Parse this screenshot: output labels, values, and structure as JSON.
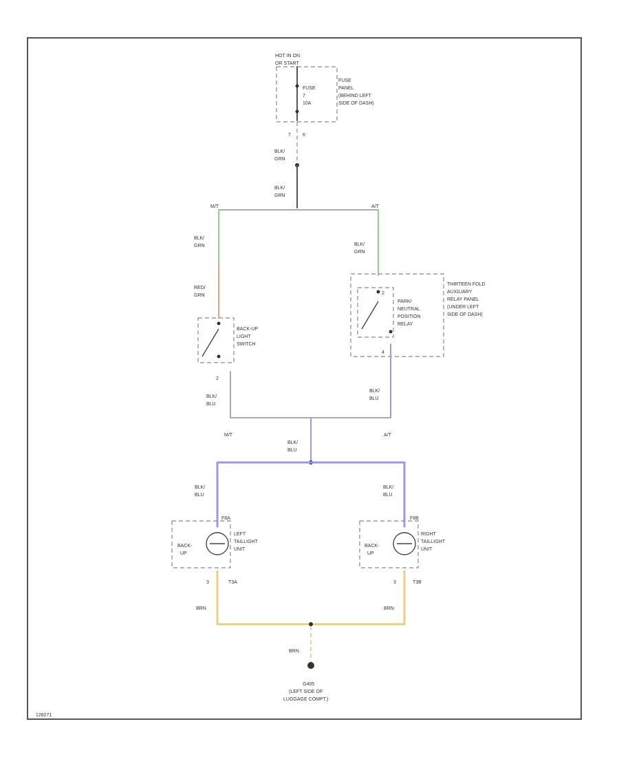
{
  "colors": {
    "wire_gray": "#aaaaaa",
    "wire_green": "#8fd18f",
    "wire_red": "#f0a080",
    "wire_blue": "#9a9ae6",
    "wire_yellow": "#e8cf7a",
    "wire_dark": "#555555"
  },
  "power": {
    "line1": "HOT IN ON",
    "line2": "OR START"
  },
  "fuse_block": {
    "label": "FUSE",
    "number": "7",
    "rating": "10A",
    "pin_a": "7",
    "pin_b": "6"
  },
  "fuse_panel": {
    "line1": "FUSE",
    "line2": "PANEL",
    "line3": "(BEHIND LEFT",
    "line4": "SIDE OF DASH)"
  },
  "wire_labels": {
    "fuse_out_1": "BLK/",
    "fuse_out_2": "GRN",
    "feed_1": "BLK/",
    "feed_2": "GRN",
    "mt_1": "BLK/",
    "mt_2": "GRN",
    "at_1": "BLK/",
    "at_2": "GRN",
    "red_1": "RED/",
    "red_2": "GRN",
    "mt_out_1": "BLK/",
    "mt_out_2": "BLU",
    "at_out_1": "BLK/",
    "at_out_2": "BLU",
    "join_1": "BLK/",
    "join_2": "BLU",
    "left_feed_1": "BLK/",
    "left_feed_2": "BLU",
    "right_feed_1": "BLK/",
    "right_feed_2": "BLU",
    "left_gnd": "BRN",
    "right_gnd": "BRN",
    "gnd_drop": "BRN"
  },
  "branch_labels": {
    "mt_top": "M/T",
    "at_top": "A/T",
    "mt_bottom": "M/T",
    "at_bottom": "A/T"
  },
  "backup_switch": {
    "line1": "BACK-UP",
    "line2": "LIGHT",
    "line3": "SWITCH",
    "pin": "2"
  },
  "pn_relay": {
    "line1": "PARK/",
    "line2": "NEUTRAL",
    "line3": "POSITION",
    "line4": "RELAY",
    "pin_top": "2",
    "pin_bottom": "4"
  },
  "relay_panel": {
    "line1": "THIRTEEN FOLD",
    "line2": "AUXILIARY",
    "line3": "RELAY PANEL",
    "line4": "(UNDER LEFT",
    "line5": "SIDE OF DASH)"
  },
  "left_tail": {
    "connector": "F8A",
    "lamp": "BACK-",
    "lamp2": "UP",
    "line1": "LEFT",
    "line2": "TAILLIGHT",
    "line3": "UNIT",
    "pin": "3",
    "ground_conn": "T3A"
  },
  "right_tail": {
    "connector": "F8B",
    "lamp": "BACK-",
    "lamp2": "UP",
    "line1": "RIGHT",
    "line2": "TAILLIGHT",
    "line3": "UNIT",
    "pin": "3",
    "ground_conn": "T3B"
  },
  "ground": {
    "line1": "G405",
    "line2": "(LEFT SIDE OF",
    "line3": "LUGGAGE COMPT.)"
  },
  "corner_code": "128271"
}
